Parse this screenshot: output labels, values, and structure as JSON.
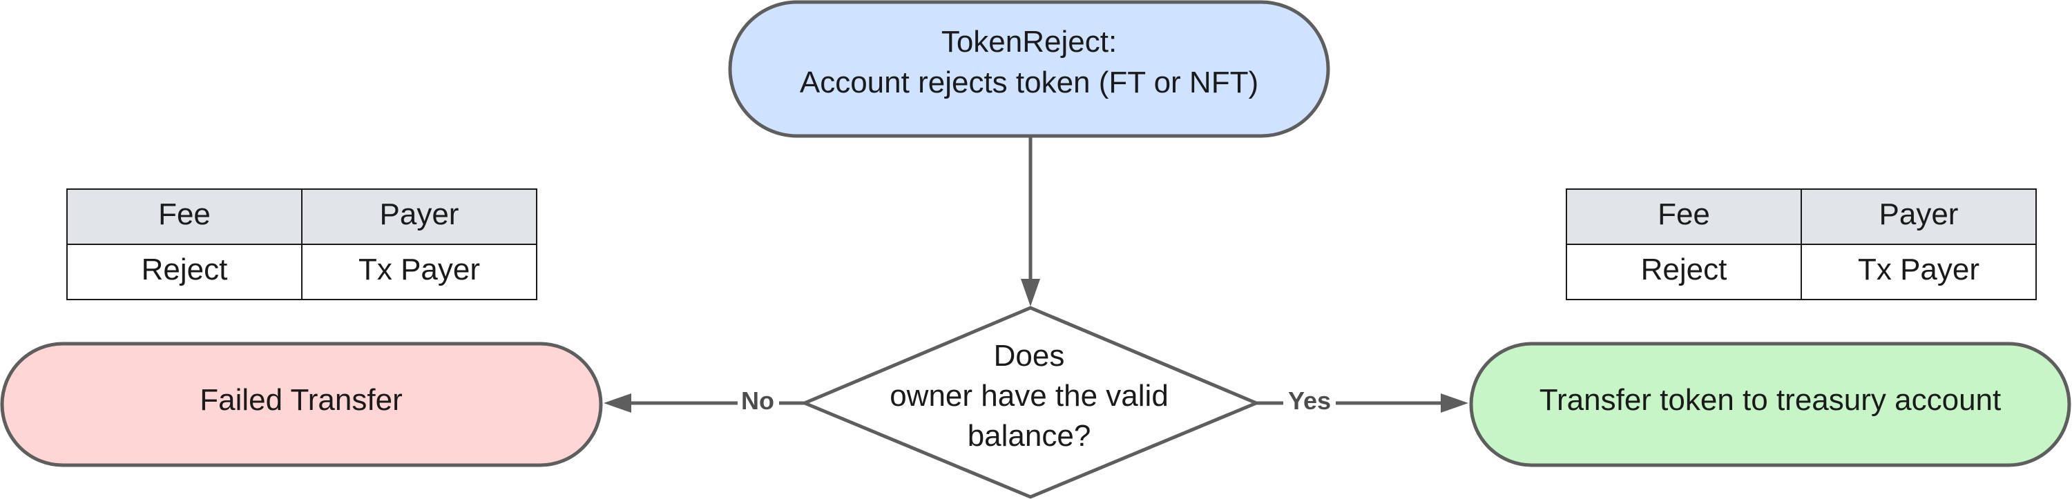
{
  "colors": {
    "stroke": "#5e5e5e",
    "start_fill": "#cfe2ff",
    "fail_fill": "#ffd6d6",
    "success_fill": "#c7f5c7",
    "table_header_fill": "#e1e4e8"
  },
  "nodes": {
    "start": {
      "line1": "TokenReject:",
      "line2": "Account rejects token (FT or NFT)"
    },
    "decision": {
      "line1": "Does",
      "line2": "owner have the valid",
      "line3": "balance?"
    },
    "fail": {
      "label": "Failed Transfer"
    },
    "success": {
      "label": "Transfer token to treasury account"
    }
  },
  "edges": {
    "no_label": "No",
    "yes_label": "Yes"
  },
  "tables": {
    "left": {
      "headers": [
        "Fee",
        "Payer"
      ],
      "row": [
        "Reject",
        "Tx Payer"
      ]
    },
    "right": {
      "headers": [
        "Fee",
        "Payer"
      ],
      "row": [
        "Reject",
        "Tx Payer"
      ]
    }
  }
}
